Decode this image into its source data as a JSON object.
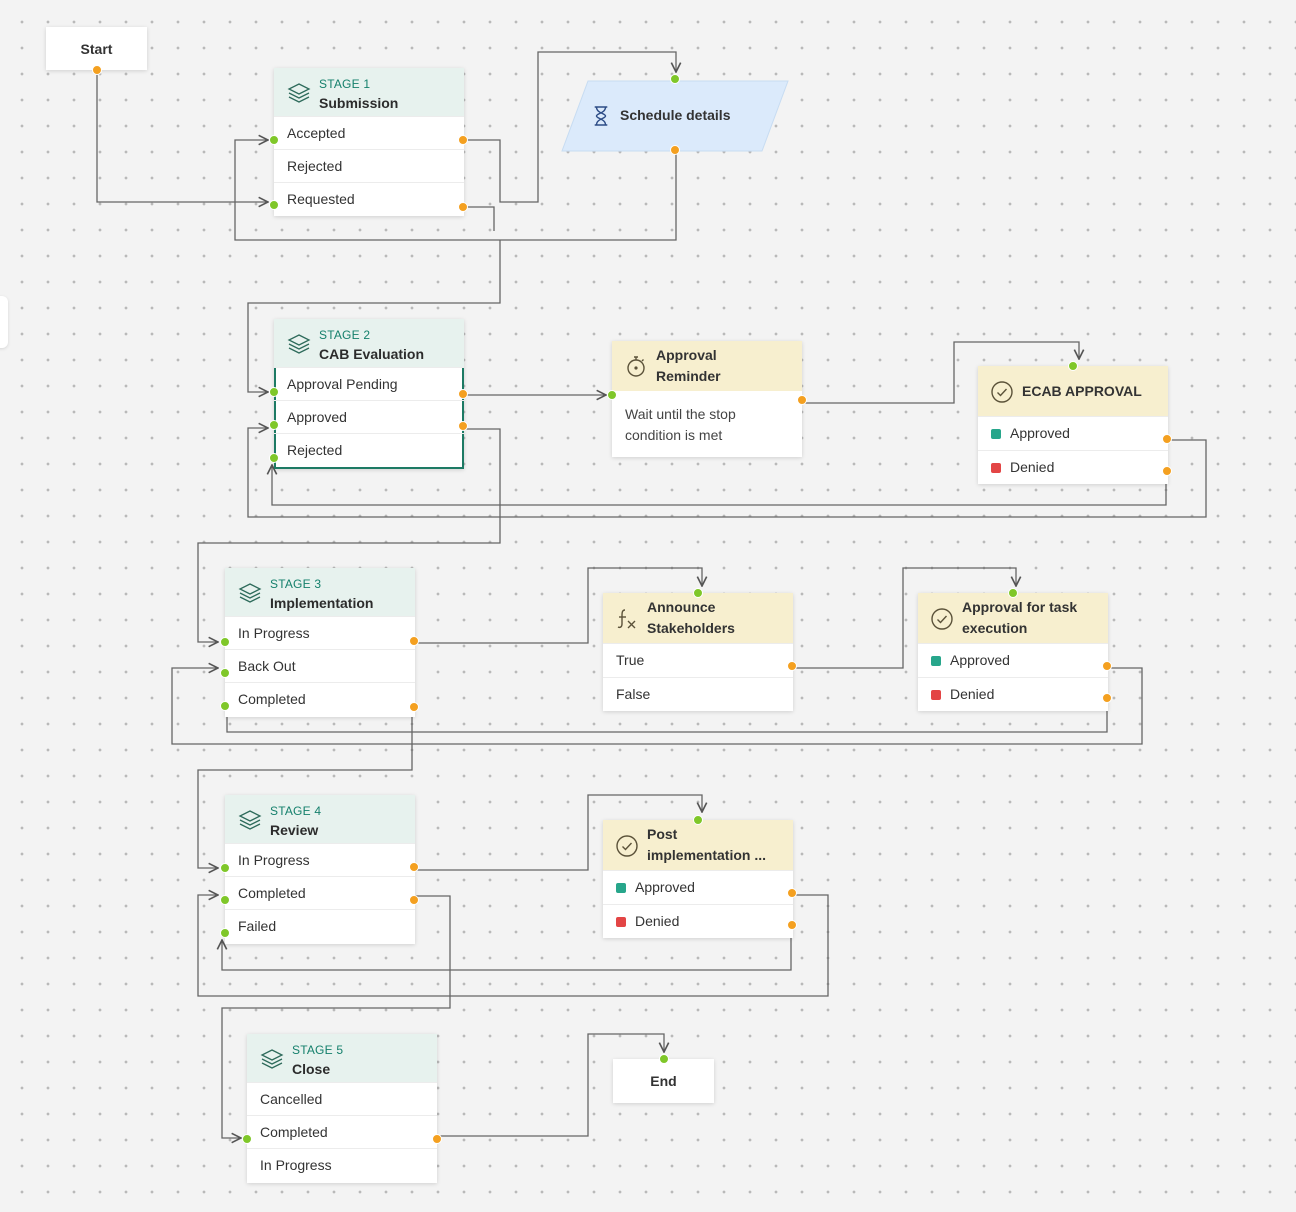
{
  "canvas": {
    "grid_color": "#b9b9b9",
    "background": "#f3f3f3",
    "colors": {
      "stage_header": "#e7f2ee",
      "stage_kicker": "#15806c",
      "task_header": "#f7efcf",
      "schedule_fill": "#dbeafb",
      "input_port": "#7fc729",
      "output_port": "#f4a020",
      "approved_square": "#27a68b",
      "denied_square": "#e34545",
      "connector": "#555555"
    }
  },
  "start": {
    "label": "Start"
  },
  "end": {
    "label": "End"
  },
  "schedule": {
    "label": "Schedule details",
    "icon": "hourglass-icon"
  },
  "stages": [
    {
      "kicker": "STAGE 1",
      "title": "Submission",
      "icon": "layers-icon",
      "rows": [
        "Accepted",
        "Rejected",
        "Requested"
      ]
    },
    {
      "kicker": "STAGE 2",
      "title": "CAB Evaluation",
      "icon": "layers-icon",
      "rows": [
        "Approval Pending",
        "Approved",
        "Rejected"
      ]
    },
    {
      "kicker": "STAGE 3",
      "title": "Implementation",
      "icon": "layers-icon",
      "rows": [
        "In Progress",
        "Back Out",
        "Completed"
      ]
    },
    {
      "kicker": "STAGE 4",
      "title": "Review",
      "icon": "layers-icon",
      "rows": [
        "In Progress",
        "Completed",
        "Failed"
      ]
    },
    {
      "kicker": "STAGE 5",
      "title": "Close",
      "icon": "layers-icon",
      "rows": [
        "Cancelled",
        "Completed",
        "In Progress"
      ]
    }
  ],
  "timer": {
    "title_line1": "Approval",
    "title_line2": "Reminder",
    "icon": "stopwatch-icon",
    "body_line1": "Wait until the stop",
    "body_line2": "condition is met"
  },
  "ecab": {
    "title": "ECAB APPROVAL",
    "icon": "check-circle-icon",
    "rows": [
      "Approved",
      "Denied"
    ]
  },
  "announce": {
    "title_line1": "Announce",
    "title_line2": "Stakeholders",
    "icon": "function-icon",
    "rows": [
      "True",
      "False"
    ]
  },
  "task_approval": {
    "title_line1": "Approval for task",
    "title_line2": "execution",
    "icon": "check-circle-icon",
    "rows": [
      "Approved",
      "Denied"
    ]
  },
  "post_impl": {
    "title_line1": "Post",
    "title_line2": "implementation ...",
    "icon": "check-circle-icon",
    "rows": [
      "Approved",
      "Denied"
    ]
  }
}
